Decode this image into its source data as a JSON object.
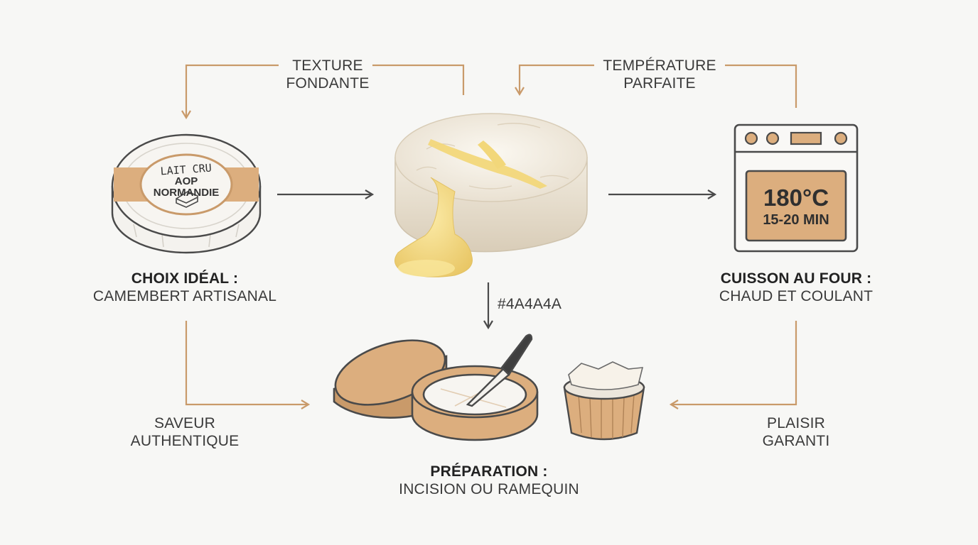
{
  "steps": {
    "choice": {
      "title": "CHOIX IDÉAL :",
      "subtitle": "CAMEMBERT ARTISANAL"
    },
    "oven": {
      "title": "CUISSON AU FOUR :",
      "subtitle": "CHAUD ET COULANT"
    },
    "prep": {
      "title": "PRÉPARATION :",
      "subtitle": "INCISION OU RAMEQUIN"
    }
  },
  "badge": {
    "line1": "LAIT CRU",
    "line2": "AOP",
    "line3": "NORMANDIE"
  },
  "oven_display": {
    "temp": "180°C",
    "time": "15-20 MIN"
  },
  "loop_labels": {
    "texture": [
      "TEXTURE",
      "FONDANTE"
    ],
    "temperature": [
      "TEMPÉRATURE",
      "PARFAITE"
    ],
    "saveur": [
      "SAVEUR",
      "AUTHENTIQUE"
    ],
    "plaisir": [
      "PLAISIR",
      "GARANTI"
    ]
  },
  "down_arrow_label": "#4A4A4A",
  "colors": {
    "accent": "#c99a6a",
    "accent_fill": "#dcae7e",
    "line": "#4a4a4a",
    "cheese_rind": "#f3eee4",
    "cheese_melt": "#f4dc87"
  }
}
